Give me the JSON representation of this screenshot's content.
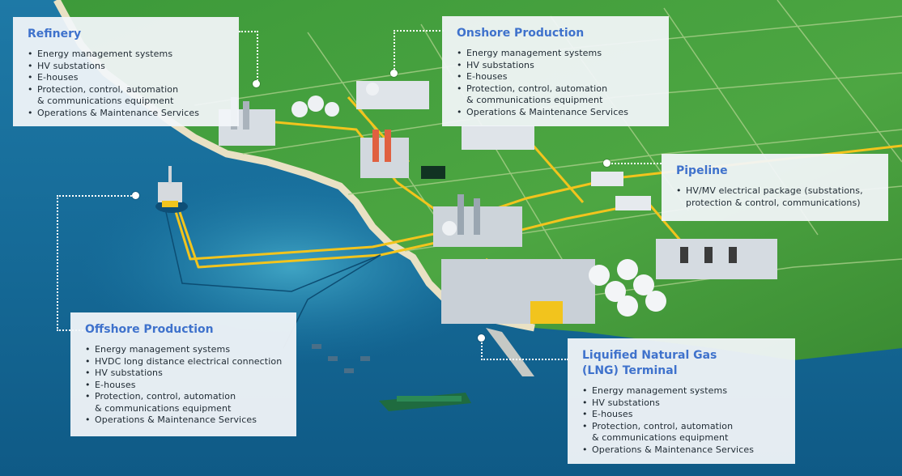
{
  "colors": {
    "heading": "#3f72cc",
    "sea": "#1b6f9a",
    "land": "#3f9a3a",
    "pipeline": "#f2c41d"
  },
  "callouts": [
    {
      "id": "refinery",
      "title": "Refinery",
      "items": [
        "Energy management systems",
        "HV substations",
        "E-houses",
        "Protection, control, automation & communications equipment",
        "Operations & Maintenance Services"
      ]
    },
    {
      "id": "onshore",
      "title": "Onshore Production",
      "items": [
        "Energy management systems",
        "HV substations",
        "E-houses",
        "Protection, control, automation & communications equipment",
        "Operations & Maintenance Services"
      ]
    },
    {
      "id": "pipeline",
      "title": "Pipeline",
      "items": [
        "HV/MV electrical package (substations, protection & control, communications)"
      ]
    },
    {
      "id": "offshore",
      "title": "Offshore Production",
      "items": [
        "Energy management systems",
        "HVDC long distance electrical connection",
        "HV substations",
        "E-houses",
        "Protection, control, automation & communications equipment",
        "Operations & Maintenance Services"
      ]
    },
    {
      "id": "lng",
      "title": "Liquified Natural Gas (LNG) Terminal",
      "items": [
        "Energy management systems",
        "HV substations",
        "E-houses",
        "Protection, control, automation & communications equipment",
        "Operations & Maintenance Services"
      ]
    }
  ]
}
